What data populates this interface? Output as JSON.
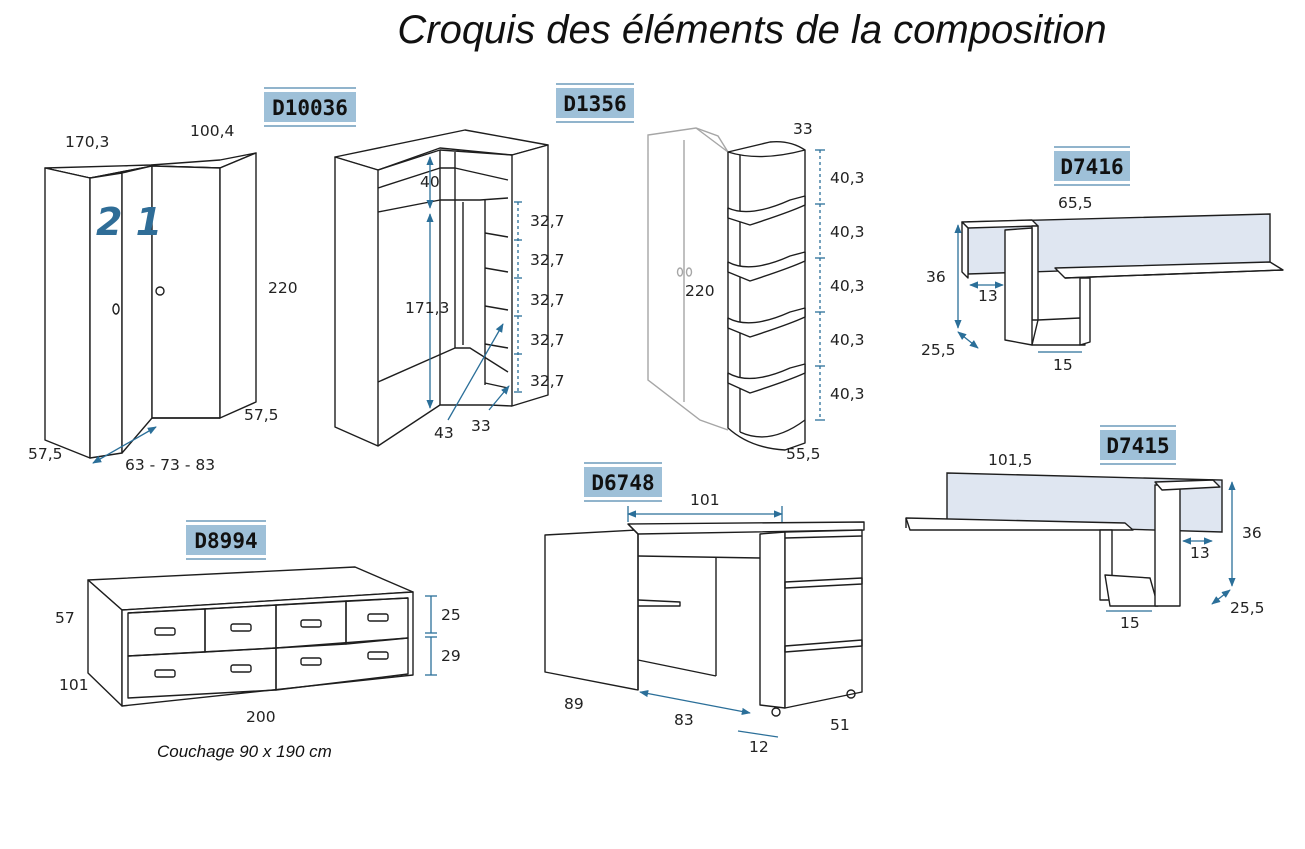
{
  "title": "Croquis des éléments de la composition",
  "colors": {
    "dimension_line": "#2b6f99",
    "code_badge": "#9ec0d8",
    "back_panel": "#dfe6f1"
  },
  "items": {
    "wardrobe_corner": {
      "code": "D10036",
      "handwritten": "2 1",
      "dims": {
        "width_top": "170,3",
        "depth_top": "100,4",
        "height": "220",
        "depth_left": "57,5",
        "depth_right": "57,5",
        "width_options": "63 - 73 - 83"
      }
    },
    "wardrobe_interior": {
      "dims": {
        "top_shelf": "40",
        "hanging": "171,3",
        "shelves": [
          "32,7",
          "32,7",
          "32,7",
          "32,7",
          "32,7"
        ],
        "bottom_a": "43",
        "bottom_b": "33"
      }
    },
    "corner_shelf": {
      "code": "D1356",
      "dims": {
        "top": "33",
        "height": "220",
        "shelves": [
          "40,3",
          "40,3",
          "40,3",
          "40,3",
          "40,3"
        ],
        "base": "55,5"
      }
    },
    "desk_shelf_right": {
      "code": "D7416",
      "dims": {
        "width": "65,5",
        "height": "36",
        "inner": "13",
        "depth": "25,5",
        "base": "15"
      }
    },
    "desk_shelf_left": {
      "code": "D7415",
      "dims": {
        "width": "101,5",
        "height": "36",
        "inner": "13",
        "depth": "25,5",
        "base": "15"
      }
    },
    "bed_drawers": {
      "code": "D8994",
      "dims": {
        "height": "57",
        "depth": "101",
        "length": "200",
        "drawer_top": "25",
        "drawer_bottom": "29"
      },
      "note": "Couchage 90 x 190 cm"
    },
    "desk": {
      "code": "D6748",
      "dims": {
        "width": "101",
        "height": "89",
        "depth": "83",
        "gap": "12",
        "side": "51"
      }
    }
  }
}
